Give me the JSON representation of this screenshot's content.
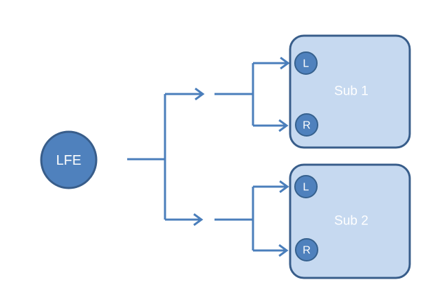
{
  "diagram": {
    "source": {
      "label": "LFE"
    },
    "subs": [
      {
        "title": "Sub 1",
        "ports": [
          {
            "label": "L"
          },
          {
            "label": "R"
          }
        ]
      },
      {
        "title": "Sub 2",
        "ports": [
          {
            "label": "L"
          },
          {
            "label": "R"
          }
        ]
      }
    ]
  },
  "colors": {
    "background": "#ffffff",
    "connector": "#4a7ebb",
    "source_fill": "#4f81bd",
    "source_border": "#385d8a",
    "box_fill": "#c6d9f0",
    "box_border": "#385d8a",
    "port_fill": "#4f81bd",
    "port_border": "#36618e",
    "text": "#ffffff"
  }
}
